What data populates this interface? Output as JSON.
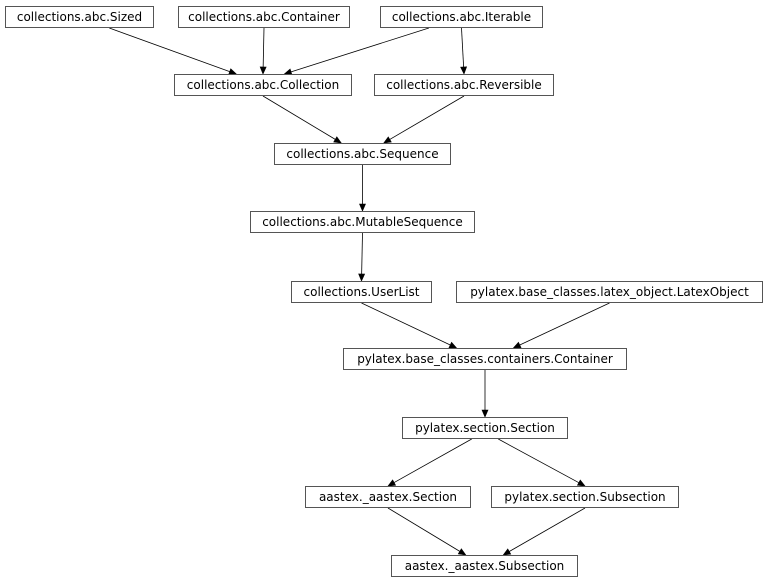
{
  "nodes": {
    "sized": "collections.abc.Sized",
    "container": "collections.abc.Container",
    "iterable": "collections.abc.Iterable",
    "collection": "collections.abc.Collection",
    "reversible": "collections.abc.Reversible",
    "sequence": "collections.abc.Sequence",
    "mutable_sequence": "collections.abc.MutableSequence",
    "userlist": "collections.UserList",
    "latex_object": "pylatex.base_classes.latex_object.LatexObject",
    "containers_container": "pylatex.base_classes.containers.Container",
    "section": "pylatex.section.Section",
    "aastex_section": "aastex._aastex.Section",
    "subsection": "pylatex.section.Subsection",
    "aastex_subsection": "aastex._aastex.Subsection"
  },
  "edges": [
    [
      "sized",
      "collection"
    ],
    [
      "container",
      "collection"
    ],
    [
      "iterable",
      "collection"
    ],
    [
      "iterable",
      "reversible"
    ],
    [
      "collection",
      "sequence"
    ],
    [
      "reversible",
      "sequence"
    ],
    [
      "sequence",
      "mutable_sequence"
    ],
    [
      "mutable_sequence",
      "userlist"
    ],
    [
      "userlist",
      "containers_container"
    ],
    [
      "latex_object",
      "containers_container"
    ],
    [
      "containers_container",
      "section"
    ],
    [
      "section",
      "aastex_section"
    ],
    [
      "section",
      "subsection"
    ],
    [
      "aastex_section",
      "aastex_subsection"
    ],
    [
      "subsection",
      "aastex_subsection"
    ]
  ],
  "colors": {
    "node_border": "#555555",
    "edge": "#000000",
    "background": "#ffffff"
  }
}
